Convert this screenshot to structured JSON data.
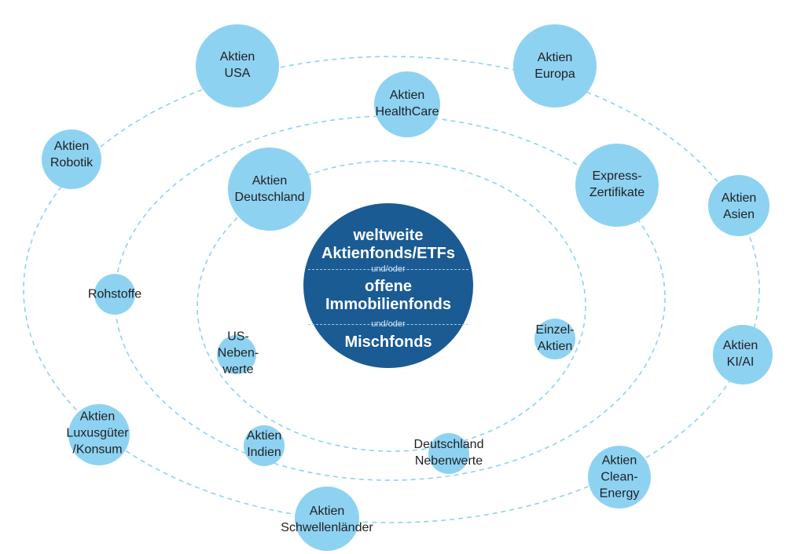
{
  "center": {
    "line1": "weltweite\nAktienfonds/ETFs",
    "sep1": "und/oder",
    "line2": "offene\nImmobilienfonds",
    "sep2": "und/oder",
    "line3": "Mischfonds"
  },
  "colors": {
    "center_fill": "#1a5b94",
    "bubble_fill": "#8ed2f2",
    "orbit_stroke": "#8ed2f2",
    "text": "#1f1f1f"
  },
  "nodes": [
    {
      "key": "aktien-usa",
      "label": "Aktien\nUSA"
    },
    {
      "key": "aktien-europa",
      "label": "Aktien\nEuropa"
    },
    {
      "key": "aktien-healthcare",
      "label": "Aktien\nHealthCare"
    },
    {
      "key": "aktien-robotik",
      "label": "Aktien\nRobotik"
    },
    {
      "key": "aktien-deutschland",
      "label": "Aktien\nDeutschland"
    },
    {
      "key": "express-zertifikate",
      "label": "Express-\nZertifikate"
    },
    {
      "key": "aktien-asien",
      "label": "Aktien\nAsien"
    },
    {
      "key": "rohstoffe",
      "label": "Rohstoffe"
    },
    {
      "key": "us-nebenwerte",
      "label": "US-\nNeben-\nwerte"
    },
    {
      "key": "einzel-aktien",
      "label": "Einzel-\nAktien"
    },
    {
      "key": "aktien-ki-ai",
      "label": "Aktien\nKI/AI"
    },
    {
      "key": "aktien-luxusgueter",
      "label": "Aktien\nLuxusgüter\n/Konsum"
    },
    {
      "key": "aktien-indien",
      "label": "Aktien\nIndien"
    },
    {
      "key": "deutschland-nebenwerte",
      "label": "Deutschland\nNebenwerte"
    },
    {
      "key": "aktien-clean-energy",
      "label": "Aktien\nClean-\nEnergy"
    },
    {
      "key": "aktien-schwellenlaender",
      "label": "Aktien\nSchwellenländer"
    }
  ]
}
